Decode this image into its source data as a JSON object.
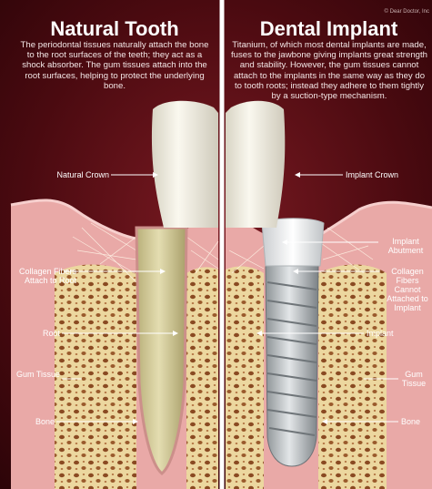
{
  "credit": "© Dear Doctor, Inc",
  "natural": {
    "title": "Natural Tooth",
    "description": "The periodontal tissues naturally attach the bone to the root surfaces of the teeth; they act as a shock absorber. The gum tissues attach into the root surfaces, helping to protect the underlying bone.",
    "labels": {
      "crown": "Natural Crown",
      "collagen": "Collagen Fibers Attach to Root",
      "root": "Root",
      "gum": "Gum Tissue",
      "bone": "Bone"
    }
  },
  "implant": {
    "title": "Dental Implant",
    "description": "Titanium, of which most dental implants are made, fuses to the jawbone giving implants great strength and stability. However, the gum tissues cannot attach to the implants in the same way as they do to tooth roots; instead they adhere to them tightly by a suction-type mechanism.",
    "labels": {
      "crown": "Implant Crown",
      "abutment": "Implant Abutment",
      "collagen": "Collagen Fibers Cannot Attached to Implant",
      "implant": "Implant",
      "gum": "Gum Tissue",
      "bone": "Bone"
    }
  },
  "colors": {
    "background": "#4a0a10",
    "gum": "#e9a9a7",
    "bone": "#e6cf94",
    "tooth_crown": "#f2efe3",
    "root": "#d8d1a2",
    "titanium": "#b9bec2",
    "label_text": "#ffffff"
  }
}
